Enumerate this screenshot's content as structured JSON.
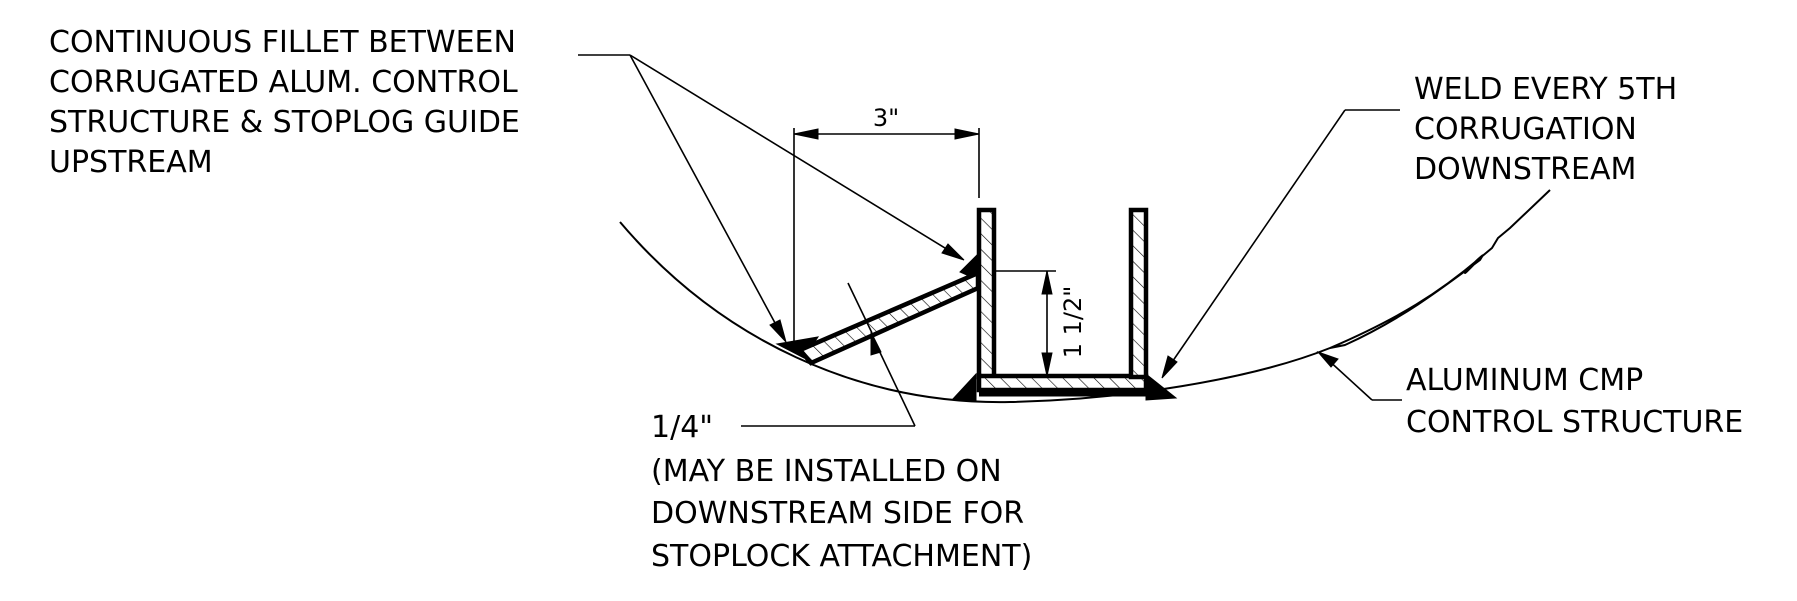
{
  "labels": {
    "fillet_note": [
      "CONTINUOUS FILLET BETWEEN",
      "CORRUGATED ALUM. CONTROL",
      "STRUCTURE & STOPLOG GUIDE",
      "UPSTREAM"
    ],
    "weld_note": [
      "WELD EVERY 5TH",
      "CORRUGATION",
      "DOWNSTREAM"
    ],
    "structure_note": [
      "ALUMINUM CMP",
      "CONTROL STRUCTURE"
    ],
    "brace_note": [
      "1/4\"",
      "(MAY BE INSTALLED ON",
      "DOWNSTREAM SIDE FOR",
      "STOPLOCK ATTACHMENT)"
    ]
  },
  "dimensions": {
    "width": "3\"",
    "height": "1 1/2\""
  }
}
